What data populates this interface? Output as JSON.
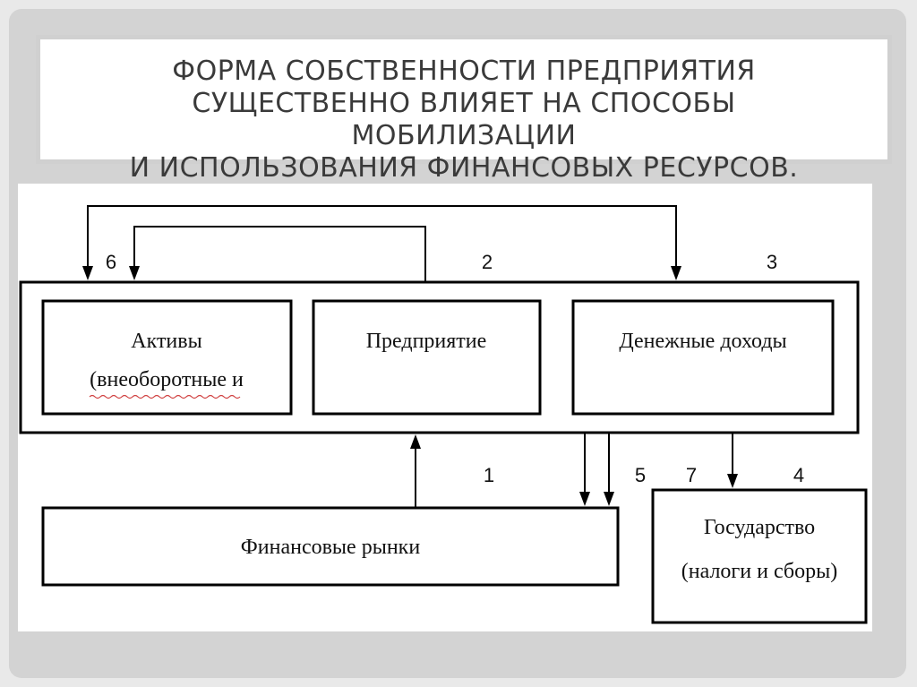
{
  "title": {
    "lines": [
      "ФОРМА СОБСТВЕННОСТИ ПРЕДПРИЯТИЯ",
      "СУЩЕСТВЕННО ВЛИЯЕТ НА СПОСОБЫ МОБИЛИЗАЦИИ",
      "И ИСПОЛЬЗОВАНИЯ ФИНАНСОВЫХ РЕСУРСОВ."
    ]
  },
  "diagram": {
    "nodes": {
      "assets": {
        "line1": "Активы",
        "line2": "(внеоборотные и"
      },
      "enterprise": {
        "label": "Предприятие"
      },
      "income": {
        "label": "Денежные доходы"
      },
      "markets": {
        "label": "Финансовые рынки"
      },
      "state": {
        "line1": "Государство",
        "line2": "(налоги и сборы)"
      }
    },
    "flow_numbers": {
      "n1": "1",
      "n2": "2",
      "n3": "3",
      "n4": "4",
      "n5": "5",
      "n6": "6",
      "n7": "7"
    }
  }
}
